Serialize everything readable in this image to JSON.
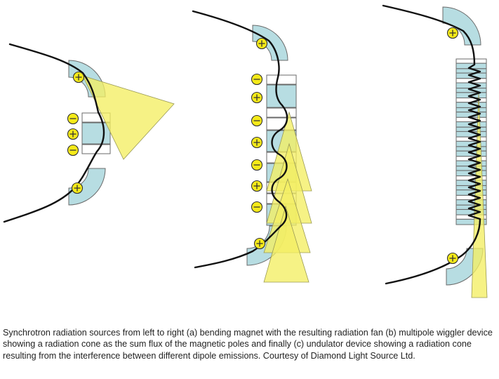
{
  "figure": {
    "colors": {
      "magnet": "#b7dde2",
      "radiation": "#f3ee63",
      "beam": "#111111",
      "pole_marker": "#f5ea19"
    },
    "panels": [
      {
        "id": "bending-magnet",
        "poles_outer": [
          "+",
          "+"
        ],
        "poles_inner": [
          "-",
          "+",
          "-"
        ]
      },
      {
        "id": "multipole-wiggler",
        "poles_outer": [
          "+",
          "+"
        ],
        "poles_inner": [
          "-",
          "+",
          "-",
          "+",
          "-",
          "+",
          "-"
        ]
      },
      {
        "id": "undulator",
        "poles_outer": [
          "+",
          "+"
        ]
      }
    ]
  },
  "caption": {
    "text": "Synchrotron radiation sources from left to right (a) bending magnet with the resulting radiation fan (b) multipole wiggler device showing a radiation cone as the sum flux of the magnetic poles and finally (c) undulator device showing a radiation cone resulting from the interference between different dipole emissions. Courtesy of Diamond Light Source Ltd."
  }
}
